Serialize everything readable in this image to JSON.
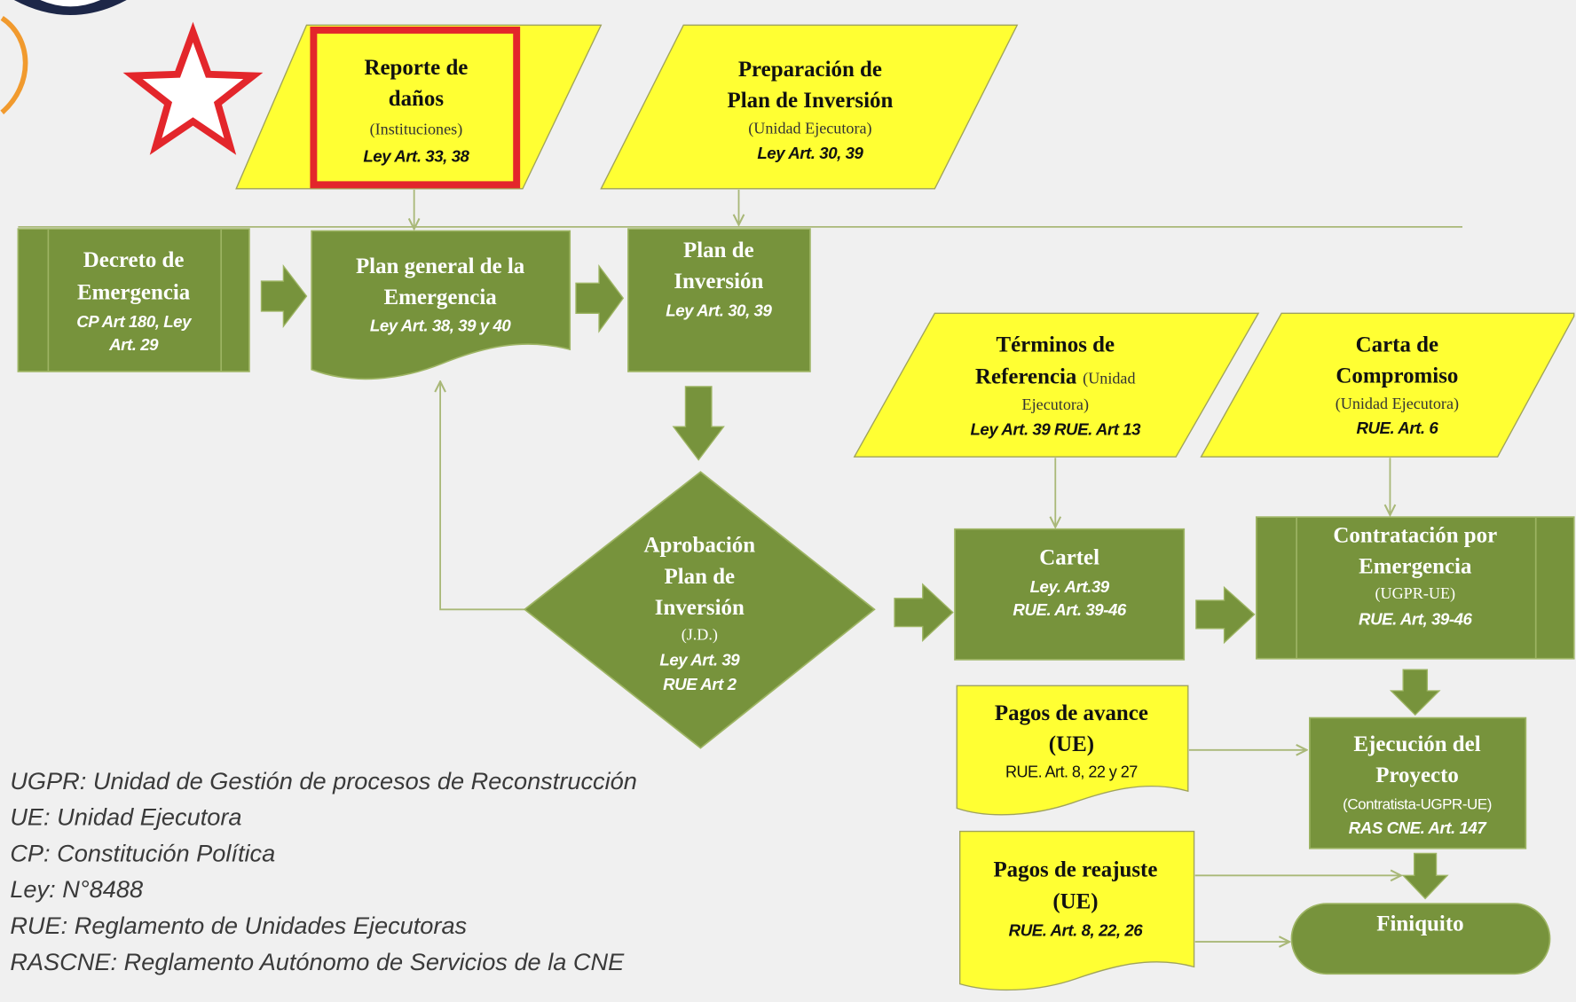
{
  "diagram": {
    "nodes": {
      "reporte_danos": {
        "title_lines": [
          "Reporte de",
          "daños"
        ],
        "subtitle": "(Instituciones)",
        "law": "Ley Art. 33, 38"
      },
      "preparacion_plan_inversion": {
        "title_lines": [
          "Preparación de",
          "Plan de Inversión"
        ],
        "subtitle": "(Unidad Ejecutora)",
        "law": "Ley Art. 30, 39"
      },
      "decreto_emergencia": {
        "title_lines": [
          "Decreto de",
          "Emergencia"
        ],
        "law_lines": [
          "CP Art 180, Ley",
          "Art. 29"
        ]
      },
      "plan_general_emergencia": {
        "title_lines": [
          "Plan general de la",
          "Emergencia"
        ],
        "law": "Ley Art. 38, 39 y 40"
      },
      "plan_inversion": {
        "title_lines": [
          "Plan de",
          "Inversión"
        ],
        "law": "Ley Art. 30, 39"
      },
      "aprobacion_plan_inversion": {
        "title_lines": [
          "Aprobación",
          "Plan de",
          "Inversión"
        ],
        "subtitle": "(J.D.)",
        "law_lines": [
          "Ley Art. 39",
          "RUE Art 2"
        ]
      },
      "terminos_referencia": {
        "title_lines": [
          "Términos de",
          "Referencia"
        ],
        "subtitle_lines": [
          "(Unidad",
          "Ejecutora)"
        ],
        "law": "Ley Art. 39 RUE. Art 13"
      },
      "carta_compromiso": {
        "title_lines": [
          "Carta de",
          "Compromiso"
        ],
        "subtitle": "(Unidad Ejecutora)",
        "law": "RUE. Art. 6"
      },
      "cartel": {
        "title": "Cartel",
        "law_lines": [
          "Ley. Art.39",
          "RUE. Art. 39-46"
        ]
      },
      "contratacion_emergencia": {
        "title_lines": [
          "Contratación por",
          "Emergencia"
        ],
        "subtitle": "(UGPR-UE)",
        "law": "RUE. Art, 39-46"
      },
      "pagos_avance": {
        "title_lines": [
          "Pagos de avance",
          "(UE)"
        ],
        "law": "RUE. Art. 8, 22 y 27"
      },
      "ejecucion_proyecto": {
        "title_lines": [
          "Ejecución del",
          "Proyecto"
        ],
        "subtitle": "(Contratista-UGPR-UE)",
        "law": "RAS CNE. Art. 147"
      },
      "pagos_reajuste": {
        "title_lines": [
          "Pagos de reajuste",
          "(UE)"
        ],
        "law": "RUE. Art. 8, 22, 26"
      },
      "finiquito": {
        "title": "Finiquito"
      }
    },
    "legend": [
      "UGPR: Unidad de Gestión de procesos de Reconstrucción",
      "UE: Unidad Ejecutora",
      "CP: Constitución Política",
      "Ley: N°8488",
      "RUE: Reglamento de Unidades Ejecutoras",
      "RASCNE: Reglamento Autónomo de Servicios de la CNE"
    ]
  },
  "icons": {
    "highlight_marker": "star-outline-icon"
  },
  "colors": {
    "process_fill": "#77933c",
    "input_fill": "#ffff33",
    "highlight_red": "#e3262b",
    "connector": "#a9b878",
    "background": "#f0f0f0"
  }
}
